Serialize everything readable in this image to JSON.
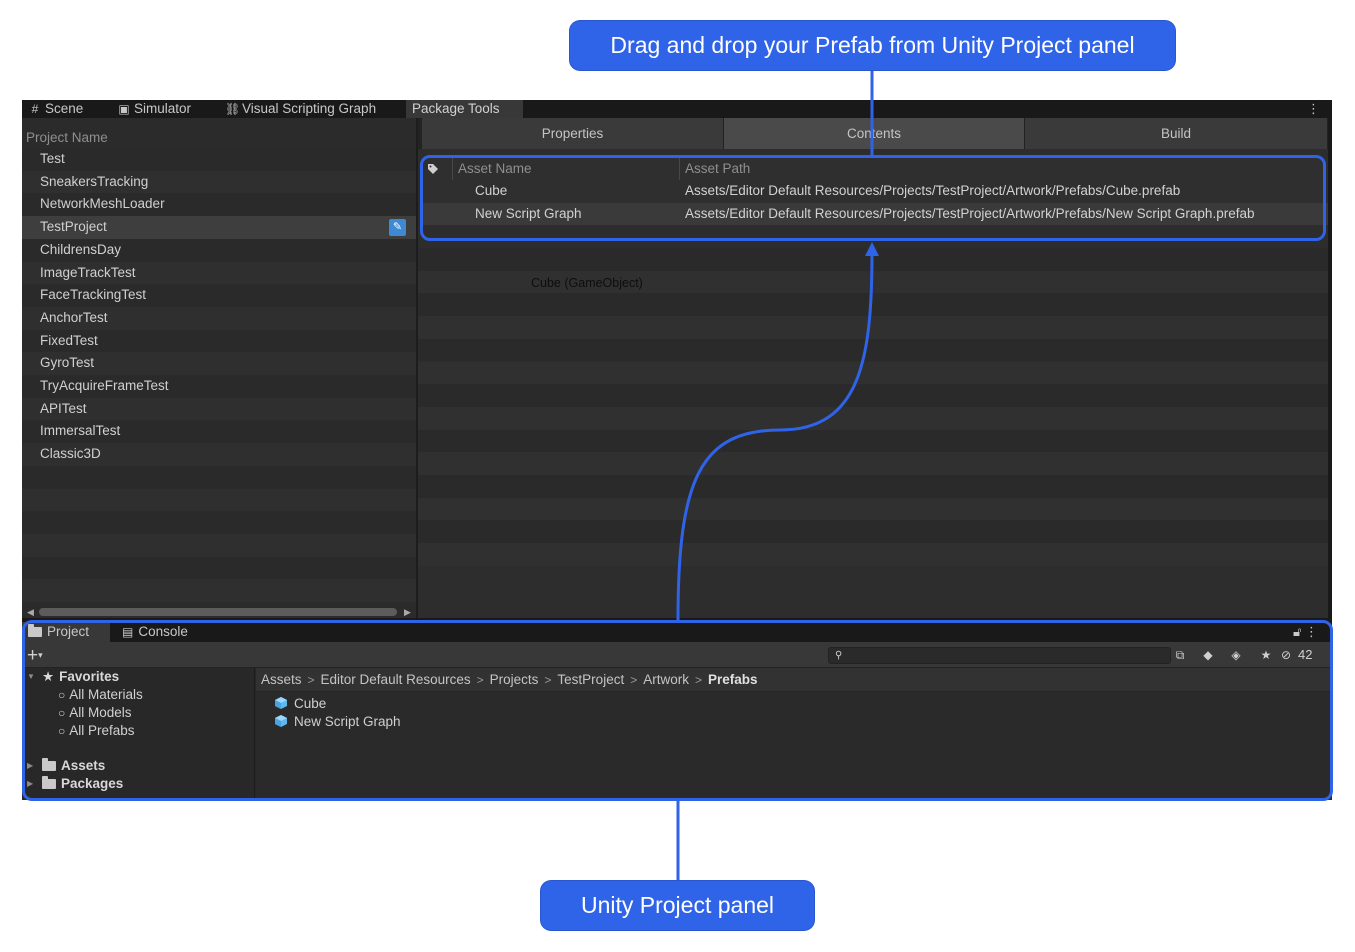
{
  "callouts": {
    "top": "Drag and drop your Prefab from Unity Project panel",
    "bottom": "Unity Project panel"
  },
  "colors": {
    "accent": "#2f63e8",
    "editor_bg": "#2b2b2b",
    "selection_edit": "#3d8ad3"
  },
  "window_tabs": [
    {
      "label": "Scene",
      "icon": "grid-icon"
    },
    {
      "label": "Simulator",
      "icon": "device-icon"
    },
    {
      "label": "Visual Scripting Graph",
      "icon": "hierarchy-icon"
    },
    {
      "label": "Package Tools",
      "icon": "",
      "active": true
    }
  ],
  "project_list": {
    "header": "Project Name",
    "selected_index": 3,
    "items": [
      "Test",
      "SneakersTracking",
      "NetworkMeshLoader",
      "TestProject",
      "ChildrensDay",
      "ImageTrackTest",
      "FaceTrackingTest",
      "AnchorTest",
      "FixedTest",
      "GyroTest",
      "TryAcquireFrameTest",
      "APITest",
      "ImmersalTest",
      "Classic3D"
    ]
  },
  "content_tabs": [
    {
      "label": "Properties"
    },
    {
      "label": "Contents",
      "active": true
    },
    {
      "label": "Build"
    }
  ],
  "asset_grid": {
    "columns": [
      "Asset Name",
      "Asset Path"
    ],
    "rows": [
      {
        "name": "Cube",
        "path": "Assets/Editor Default Resources/Projects/TestProject/Artwork/Prefabs/Cube.prefab"
      },
      {
        "name": "New Script Graph",
        "path": "Assets/Editor Default Resources/Projects/TestProject/Artwork/Prefabs/New Script Graph.prefab"
      }
    ]
  },
  "drag_preview": "Cube (GameObject)",
  "bottom_panel": {
    "tabs": [
      {
        "label": "Project",
        "icon": "folder-icon",
        "active": true
      },
      {
        "label": "Console",
        "icon": "console-icon"
      }
    ],
    "search": {
      "value": "",
      "placeholder": ""
    },
    "hidden_count": "42",
    "favorites": {
      "label": "Favorites",
      "items": [
        "All Materials",
        "All Models",
        "All Prefabs"
      ]
    },
    "roots": [
      "Assets",
      "Packages"
    ],
    "breadcrumb": [
      "Assets",
      "Editor Default Resources",
      "Projects",
      "TestProject",
      "Artwork",
      "Prefabs"
    ],
    "assets": [
      "Cube",
      "New Script Graph"
    ]
  }
}
